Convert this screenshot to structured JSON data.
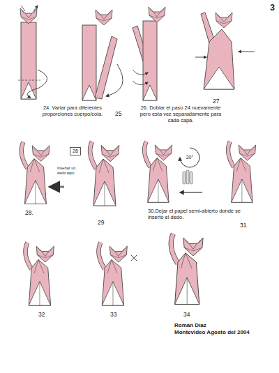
{
  "diagram": {
    "nodes": [
      {
        "text": [
          "28"
        ]
      }
    ],
    "labels": [
      "3",
      "24. Variar para diferentes proporciones cuerpo/cola.",
      "25",
      "26. Doblar el paso 24 nuevamente pero esta vez separadamente para cada capa.",
      "27",
      "Insertar un dedo aquí.",
      "28.",
      "29",
      "20°",
      "30.Dejar el papel semi-abierto donde se insertó el dedo.",
      "31",
      "32",
      "33",
      "34",
      "Román Díaz",
      "Montevideo Agosto del 2004"
    ]
  }
}
